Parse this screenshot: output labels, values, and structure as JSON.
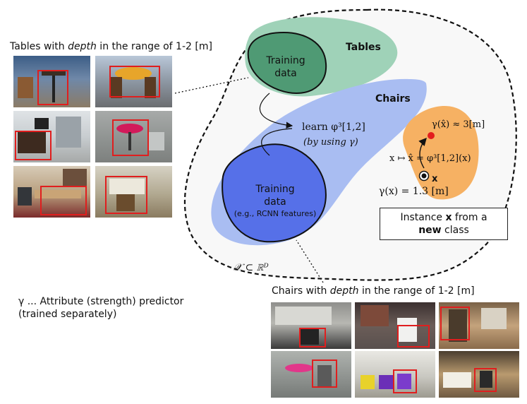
{
  "tables_caption": {
    "prefix": "Tables with ",
    "em": "depth",
    "suffix": " in the range of 1-2 [m]"
  },
  "chairs_caption": {
    "prefix": "Chairs with ",
    "em": "depth",
    "suffix": " in the range of 1-2 [m]"
  },
  "regions": {
    "tables": "Tables",
    "chairs": "Chairs"
  },
  "tables_training": {
    "line1": "Training",
    "line2": "data"
  },
  "chairs_training": {
    "line1": "Training",
    "line2": "data",
    "line3": "(e.g., RCNN features)"
  },
  "learn_label": {
    "line1": "learn φ³[1,2]",
    "line2": "(by using γ)"
  },
  "gamma_hat": "γ(x̂) ≈ 3[m]",
  "mapping": "x ↦ x̂ = φ³[1,2](x)",
  "x_label": "x",
  "gamma_x": "γ(x) = 1.3 [m]",
  "space_label": "𝒳 ⊂ ℝᴰ",
  "instance": {
    "line1_a": "Instance ",
    "line1_b": "x",
    "line1_c": " from a",
    "line2_a": "new",
    "line2_b": " class"
  },
  "gamma_note": {
    "line1": "γ ... Attribute (strength) predictor",
    "line2": "(trained separately)"
  },
  "colors": {
    "tables_region": "#9fd2b8",
    "tables_training": "#4f9a74",
    "chairs_region": "#a9bdf2",
    "chairs_training": "#5670e8",
    "instance_region": "#f6b163",
    "point": "#e31d1d",
    "bbox": "#e01e1e"
  },
  "table_photos": [
    "office-table",
    "round-yellow-table",
    "desk-computer",
    "pink-round-table",
    "wooden-conference-table",
    "cluttered-table"
  ],
  "chair_photos": [
    "whiteboard-room-chair",
    "library-white-chair",
    "stool-chair",
    "pink-table-chair",
    "colorful-chairs",
    "hotel-room-chair"
  ]
}
